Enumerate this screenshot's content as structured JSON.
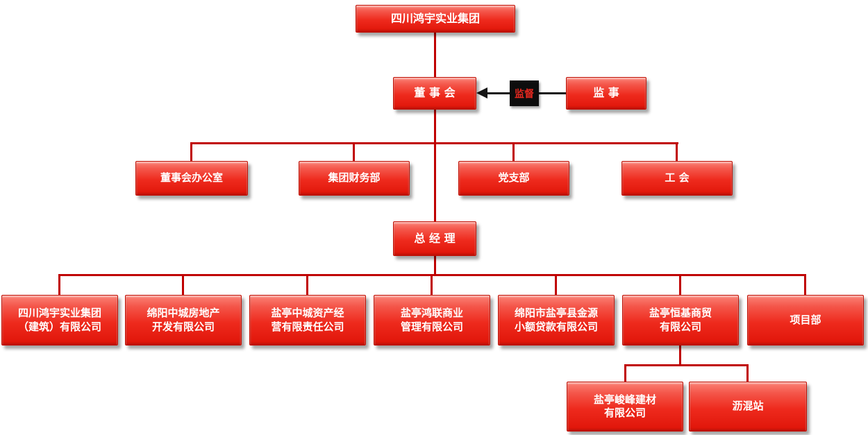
{
  "org_chart": {
    "root": "四川鸿宇实业集团",
    "board": "董 事 会",
    "supervisor": "监  事",
    "supervision_label": "监督",
    "general_manager": "总 经 理",
    "departments": [
      "董事会办公室",
      "集团财务部",
      "党支部",
      "工  会"
    ],
    "subsidiaries": [
      "四川鸿宇实业集团\n（建筑）有限公司",
      "绵阳中城房地产\n开发有限公司",
      "盐亭中城资产经\n营有限责任公司",
      "盐亭鸿联商业\n管理有限公司",
      "绵阳市盐亭县金源\n小额贷款有限公司",
      "盐亭恒基商贸\n有限公司",
      "项目部"
    ],
    "sub_subsidiaries": [
      "盐亭峻峰建材\n有限公司",
      "沥混站"
    ],
    "colors": {
      "box_red": "#ee2a1d",
      "line_red": "#c00000",
      "arrow_dark": "#151515",
      "text": "#ffffff"
    }
  }
}
